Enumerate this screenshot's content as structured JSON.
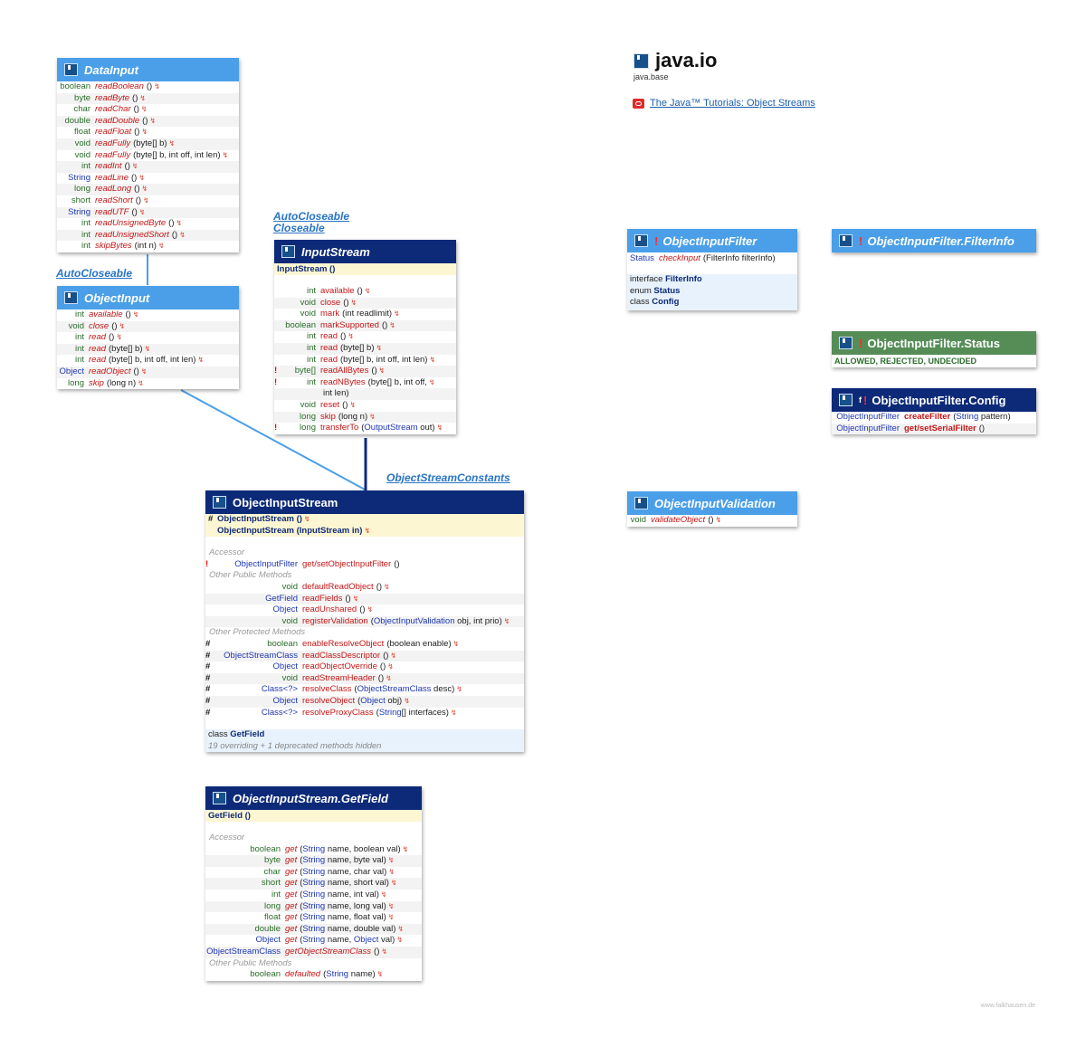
{
  "package": {
    "name": "java.io",
    "module": "java.base",
    "tutorial_link": "The Java™ Tutorials: Object Streams",
    "watermark": "www.falkhausen.de"
  },
  "labels": {
    "autocloseable_a": "AutoCloseable",
    "autocloseable_b": "AutoCloseable",
    "closeable": "Closeable",
    "objectstreamconstants": "ObjectStreamConstants"
  },
  "datainput": {
    "title": "DataInput",
    "rows": [
      {
        "ret": "boolean",
        "name": "readBoolean",
        "params": "()"
      },
      {
        "ret": "byte",
        "name": "readByte",
        "params": "()"
      },
      {
        "ret": "char",
        "name": "readChar",
        "params": "()"
      },
      {
        "ret": "double",
        "name": "readDouble",
        "params": "()"
      },
      {
        "ret": "float",
        "name": "readFloat",
        "params": "()"
      },
      {
        "ret": "void",
        "name": "readFully",
        "params": "(byte[] b)"
      },
      {
        "ret": "void",
        "name": "readFully",
        "params": "(byte[] b, int off, int len)"
      },
      {
        "ret": "int",
        "name": "readInt",
        "params": "()"
      },
      {
        "ret": "String",
        "name": "readLine",
        "params": "()"
      },
      {
        "ret": "long",
        "name": "readLong",
        "params": "()"
      },
      {
        "ret": "short",
        "name": "readShort",
        "params": "()"
      },
      {
        "ret": "String",
        "name": "readUTF",
        "params": "()"
      },
      {
        "ret": "int",
        "name": "readUnsignedByte",
        "params": "()"
      },
      {
        "ret": "int",
        "name": "readUnsignedShort",
        "params": "()"
      },
      {
        "ret": "int",
        "name": "skipBytes",
        "params": "(int n)"
      }
    ]
  },
  "objectinput": {
    "title": "ObjectInput",
    "rows": [
      {
        "ret": "int",
        "name": "available",
        "params": "()"
      },
      {
        "ret": "void",
        "name": "close",
        "params": "()"
      },
      {
        "ret": "int",
        "name": "read",
        "params": "()"
      },
      {
        "ret": "int",
        "name": "read",
        "params": "(byte[] b)"
      },
      {
        "ret": "int",
        "name": "read",
        "params": "(byte[] b, int off, int len)"
      },
      {
        "ret": "Object",
        "name": "readObject",
        "params": "()"
      },
      {
        "ret": "long",
        "name": "skip",
        "params": "(long n)"
      }
    ]
  },
  "inputstream": {
    "title": "InputStream",
    "ctor": "InputStream ()",
    "rows": [
      {
        "pre": "",
        "ret": "int",
        "name": "available",
        "params": "()"
      },
      {
        "pre": "",
        "ret": "void",
        "name": "close",
        "params": "()"
      },
      {
        "pre": "",
        "ret": "void",
        "name": "mark",
        "params": "(int readlimit)"
      },
      {
        "pre": "",
        "ret": "boolean",
        "name": "markSupported",
        "params": "()"
      },
      {
        "pre": "",
        "ret": "int",
        "name": "read",
        "params": "()"
      },
      {
        "pre": "",
        "ret": "int",
        "name": "read",
        "params": "(byte[] b)"
      },
      {
        "pre": "",
        "ret": "int",
        "name": "read",
        "params": "(byte[] b, int off, int len)"
      },
      {
        "pre": "!",
        "ret": "byte[]",
        "name": "readAllBytes",
        "params": "()"
      },
      {
        "pre": "!",
        "ret": "int",
        "name": "readNBytes",
        "params": "(byte[] b, int off,"
      },
      {
        "pre": "",
        "ret": "",
        "name": "",
        "params": "int len)"
      },
      {
        "pre": "",
        "ret": "void",
        "name": "reset",
        "params": "()"
      },
      {
        "pre": "",
        "ret": "long",
        "name": "skip",
        "params": "(long n)"
      },
      {
        "pre": "!",
        "ret": "long",
        "name": "transferTo",
        "params": "(OutputStream out)"
      }
    ]
  },
  "ois": {
    "title": "ObjectInputStream",
    "ctors": [
      {
        "pre": "#",
        "text": "ObjectInputStream ()"
      },
      {
        "pre": "",
        "text": "ObjectInputStream (InputStream in)"
      }
    ],
    "sec_accessor": "Accessor",
    "accessor": {
      "pre": "!",
      "ret": "ObjectInputFilter",
      "name": "get/setObjectInputFilter",
      "params": "()"
    },
    "sec_public": "Other Public Methods",
    "public_rows": [
      {
        "pre": "",
        "ret": "void",
        "name": "defaultReadObject",
        "params": "()"
      },
      {
        "pre": "",
        "ret": "GetField",
        "name": "readFields",
        "params": "()"
      },
      {
        "pre": "",
        "ret": "Object",
        "name": "readUnshared",
        "params": "()"
      },
      {
        "pre": "",
        "ret": "void",
        "name": "registerValidation",
        "params": "(ObjectInputValidation obj, int prio)"
      }
    ],
    "sec_protected": "Other Protected Methods",
    "protected_rows": [
      {
        "pre": "#",
        "ret": "boolean",
        "name": "enableResolveObject",
        "params": "(boolean enable)"
      },
      {
        "pre": "#",
        "ret": "ObjectStreamClass",
        "name": "readClassDescriptor",
        "params": "()"
      },
      {
        "pre": "#",
        "ret": "Object",
        "name": "readObjectOverride",
        "params": "()"
      },
      {
        "pre": "#",
        "ret": "void",
        "name": "readStreamHeader",
        "params": "()"
      },
      {
        "pre": "#",
        "ret": "Class<?>",
        "name": "resolveClass",
        "params": "(ObjectStreamClass desc)"
      },
      {
        "pre": "#",
        "ret": "Object",
        "name": "resolveObject",
        "params": "(Object obj)"
      },
      {
        "pre": "#",
        "ret": "Class<?>",
        "name": "resolveProxyClass",
        "params": "(String[] interfaces)"
      }
    ],
    "nested_kw": "class",
    "nested": "GetField",
    "hidden": "19 overriding + 1 deprecated methods hidden"
  },
  "getfield": {
    "title": "ObjectInputStream.GetField",
    "ctor": "GetField ()",
    "sec_accessor": "Accessor",
    "rows": [
      {
        "ret": "boolean",
        "name": "get",
        "params": "(String name, boolean val)"
      },
      {
        "ret": "byte",
        "name": "get",
        "params": "(String name, byte val)"
      },
      {
        "ret": "char",
        "name": "get",
        "params": "(String name, char val)"
      },
      {
        "ret": "short",
        "name": "get",
        "params": "(String name, short val)"
      },
      {
        "ret": "int",
        "name": "get",
        "params": "(String name, int val)"
      },
      {
        "ret": "long",
        "name": "get",
        "params": "(String name, long val)"
      },
      {
        "ret": "float",
        "name": "get",
        "params": "(String name, float val)"
      },
      {
        "ret": "double",
        "name": "get",
        "params": "(String name, double val)"
      },
      {
        "ret": "Object",
        "name": "get",
        "params": "(String name, Object val)"
      },
      {
        "ret": "ObjectStreamClass",
        "name": "getObjectStreamClass",
        "params": "()"
      }
    ],
    "sec_public": "Other Public Methods",
    "public_rows": [
      {
        "ret": "boolean",
        "name": "defaulted",
        "params": "(String name)"
      }
    ]
  },
  "filter": {
    "title": "ObjectInputFilter",
    "method": {
      "ret": "Status",
      "name": "checkInput",
      "params": "(FilterInfo filterInfo)"
    },
    "nested": [
      {
        "kw": "interface",
        "name": "FilterInfo"
      },
      {
        "kw": "enum",
        "name": "Status"
      },
      {
        "kw": "class",
        "name": "Config"
      }
    ]
  },
  "filterinfo": {
    "title": "ObjectInputFilter.FilterInfo"
  },
  "status": {
    "title": "ObjectInputFilter.Status",
    "values": "ALLOWED, REJECTED, UNDECIDED"
  },
  "config": {
    "title": "ObjectInputFilter.Config",
    "rows": [
      {
        "ret": "ObjectInputFilter",
        "name": "createFilter",
        "params": "(String pattern)"
      },
      {
        "ret": "ObjectInputFilter",
        "name": "get/setSerialFilter",
        "params": "()"
      }
    ]
  },
  "validation": {
    "title": "ObjectInputValidation",
    "rows": [
      {
        "ret": "void",
        "name": "validateObject",
        "params": "()"
      }
    ]
  }
}
